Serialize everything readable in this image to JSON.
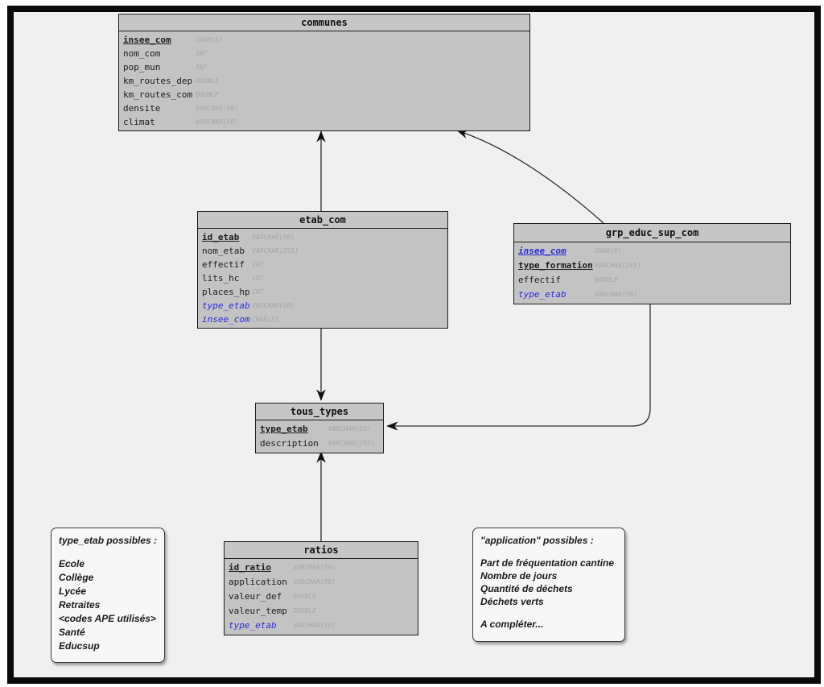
{
  "colors": {
    "fk_blue": "#2b2bdf",
    "table_fill": "#c3c3c3",
    "canvas": "#f0f0f0",
    "frame": "#0a0a0a"
  },
  "tables": {
    "communes": {
      "title": "communes",
      "fields": [
        {
          "name": "insee_com",
          "type": "CHAR(5)",
          "role": "pk"
        },
        {
          "name": "nom_com",
          "type": "INT",
          "role": ""
        },
        {
          "name": "pop_mun",
          "type": "INT",
          "role": ""
        },
        {
          "name": "km_routes_dep",
          "type": "DOUBLE",
          "role": ""
        },
        {
          "name": "km_routes_com",
          "type": "DOUBLE",
          "role": ""
        },
        {
          "name": "densite",
          "type": "VARCHAR(50)",
          "role": ""
        },
        {
          "name": "climat",
          "type": "VARCHAR(50)",
          "role": ""
        }
      ]
    },
    "etab_com": {
      "title": "etab_com",
      "fields": [
        {
          "name": "id_etab",
          "type": "VARCHAR(50)",
          "role": "pk"
        },
        {
          "name": "nom_etab",
          "type": "VARCHAR(255)",
          "role": ""
        },
        {
          "name": "effectif",
          "type": "INT",
          "role": ""
        },
        {
          "name": "lits_hc",
          "type": "INT",
          "role": ""
        },
        {
          "name": "places_hp",
          "type": "INT",
          "role": ""
        },
        {
          "name": "type_etab",
          "type": "VARCHAR(50)",
          "role": "fk"
        },
        {
          "name": "insee_com",
          "type": "CHAR(5)",
          "role": "fk"
        }
      ]
    },
    "grp_educ_sup_com": {
      "title": "grp_educ_sup_com",
      "fields": [
        {
          "name": "insee_com",
          "type": "CHAR(5)",
          "role": "pkfk"
        },
        {
          "name": "type_formation",
          "type": "VARCHAR(255)",
          "role": "pk"
        },
        {
          "name": "effectif",
          "type": "DOUBLE",
          "role": ""
        },
        {
          "name": "type_etab",
          "type": "VARCHAR(50)",
          "role": "fk"
        }
      ]
    },
    "tous_types": {
      "title": "tous_types",
      "fields": [
        {
          "name": "type_etab",
          "type": "VARCHAR(50)",
          "role": "pk"
        },
        {
          "name": "description",
          "type": "VARCHAR(255)",
          "role": ""
        }
      ]
    },
    "ratios": {
      "title": "ratios",
      "fields": [
        {
          "name": "id_ratio",
          "type": "VARCHAR(50)",
          "role": "pk"
        },
        {
          "name": "application",
          "type": "VARCHAR(50)",
          "role": ""
        },
        {
          "name": "valeur_def",
          "type": "DOUBLE",
          "role": ""
        },
        {
          "name": "valeur_temp",
          "type": "DOUBLE",
          "role": ""
        },
        {
          "name": "type_etab",
          "type": "VARCHAR(50)",
          "role": "fk"
        }
      ]
    }
  },
  "notes": {
    "left": {
      "lines": [
        "type_etab possibles :",
        "",
        "Ecole",
        "Collège",
        "Lycée",
        "Retraites",
        "<codes APE utilisés>",
        "Santé",
        "Educsup"
      ]
    },
    "right": {
      "lines": [
        "\"application\" possibles :",
        "",
        "Part de fréquentation cantine",
        "Nombre de jours",
        "Quantité de déchets",
        "Déchets verts",
        "",
        "A compléter..."
      ]
    }
  }
}
